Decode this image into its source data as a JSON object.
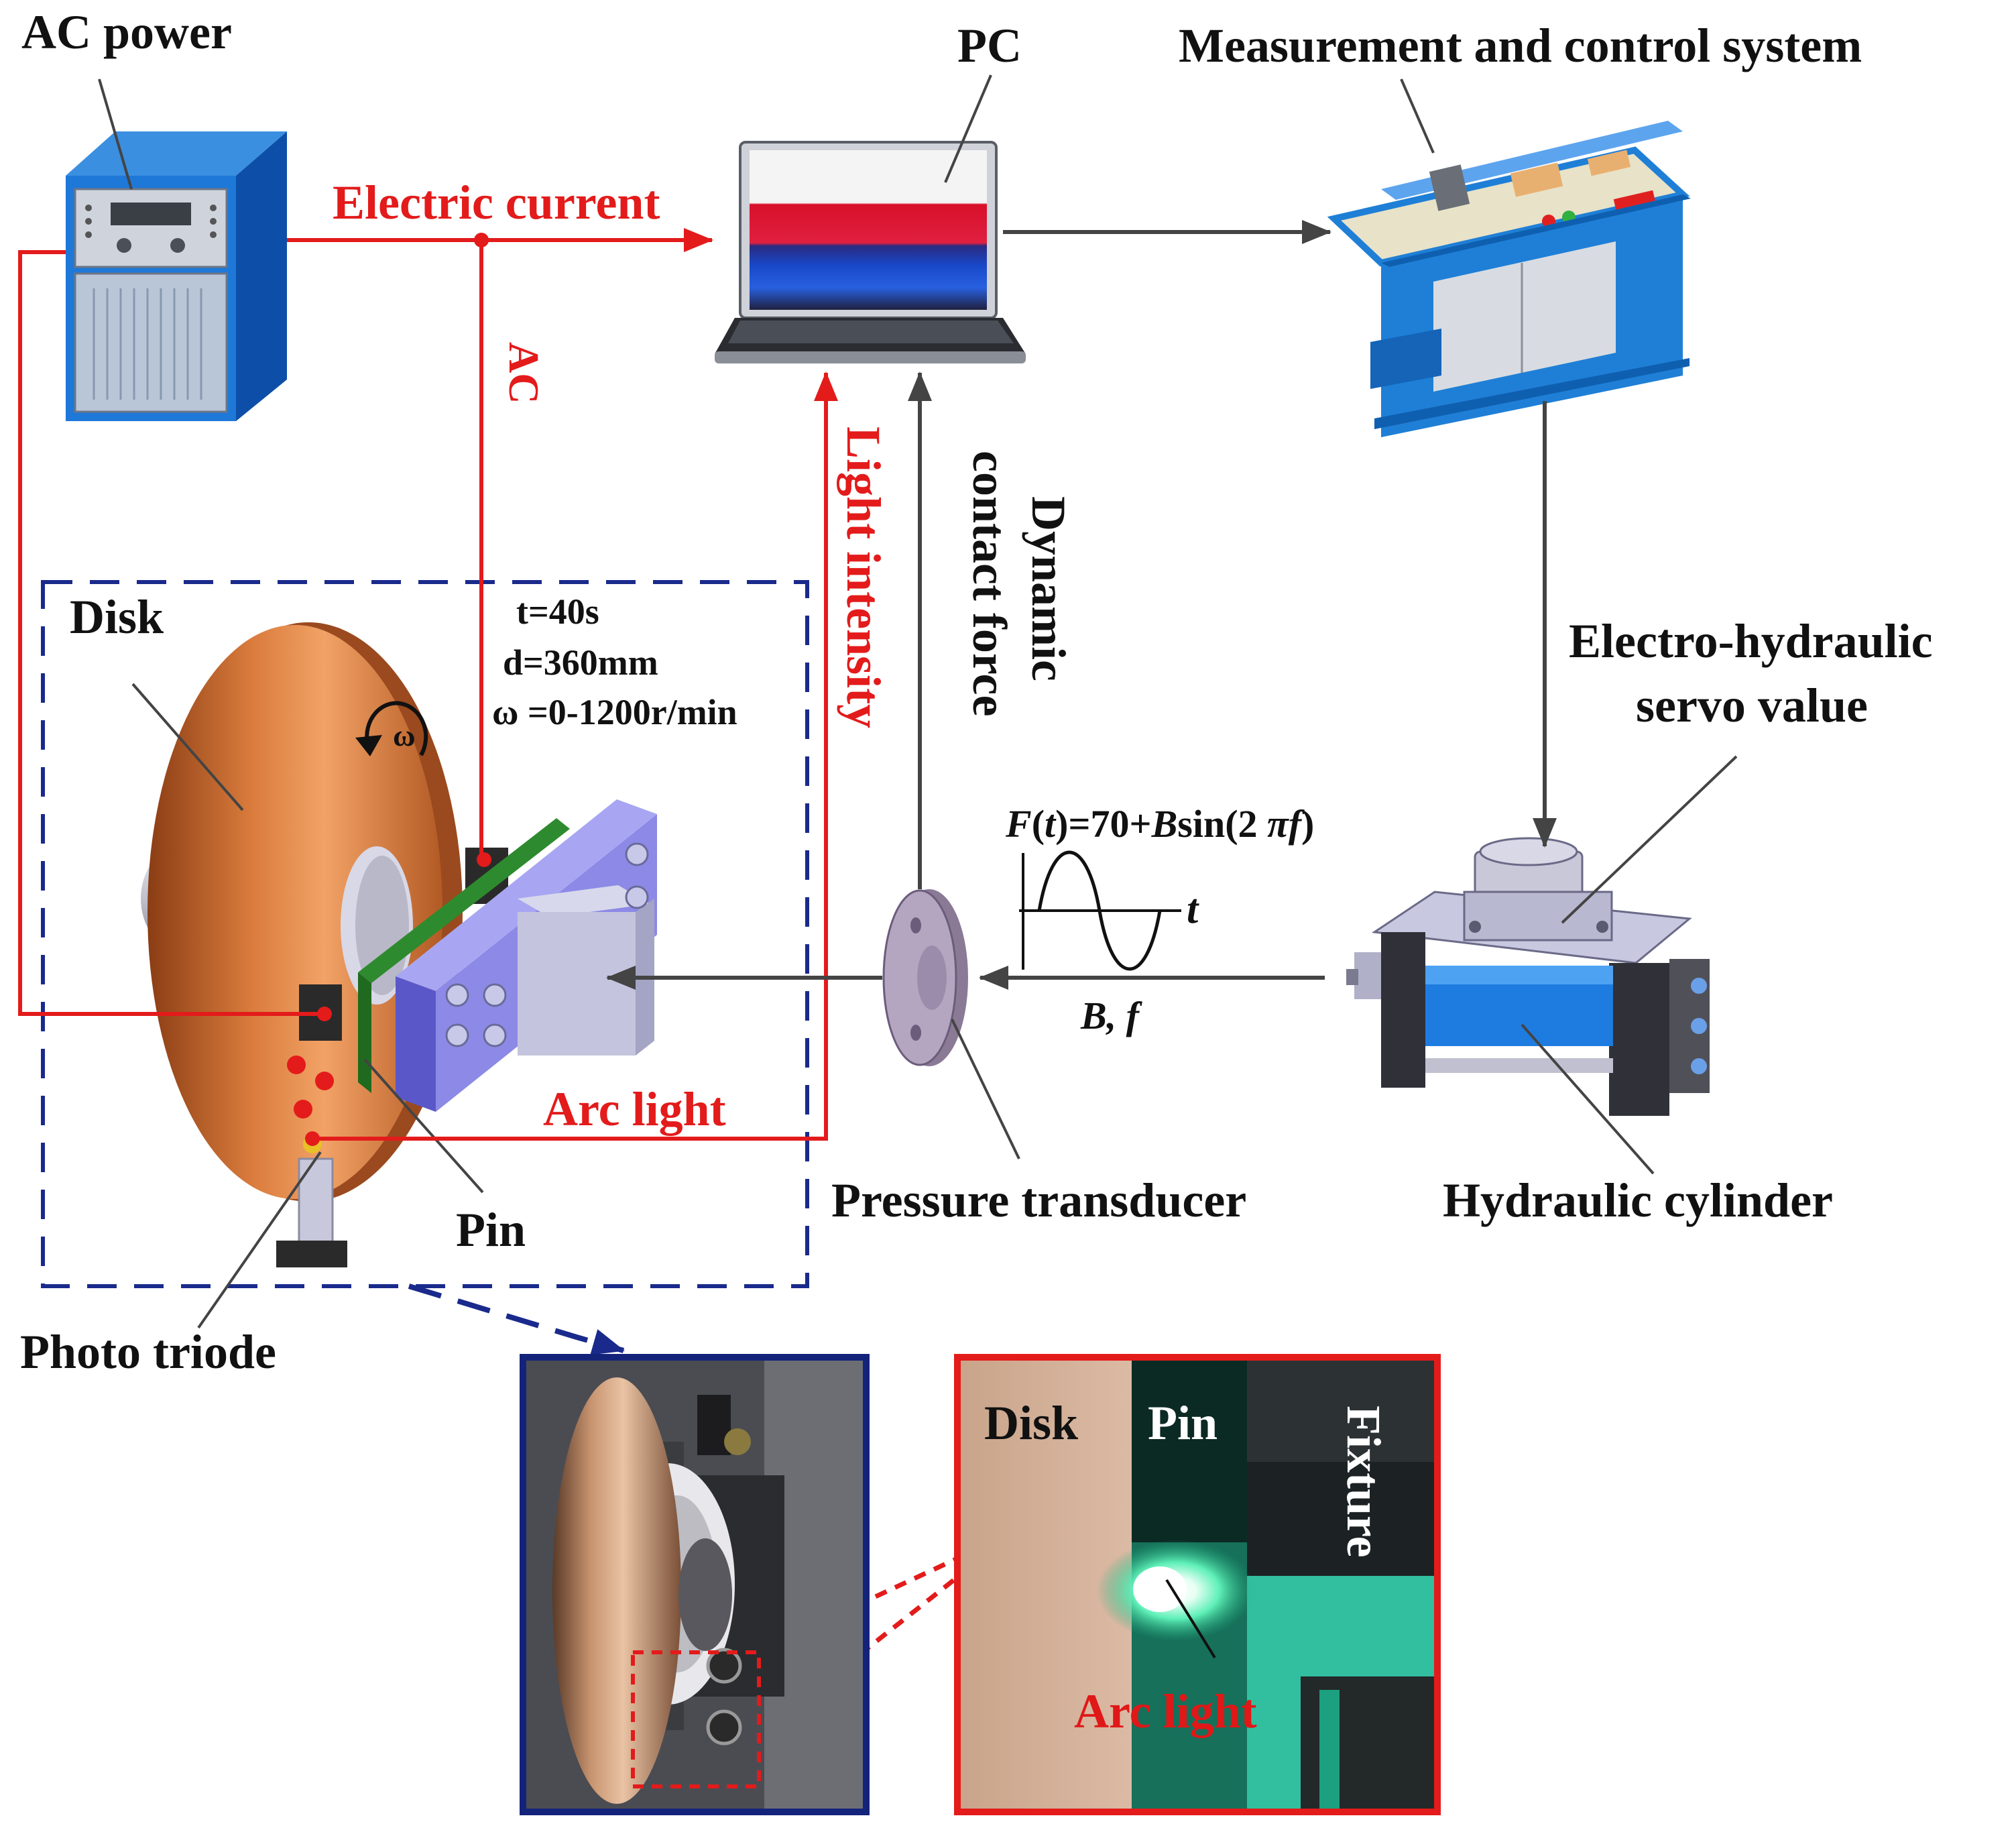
{
  "components": {
    "ac_power": "AC power",
    "pc": "PC",
    "mcs": "Measurement and control system",
    "servo_line1": "Electro-hydraulic",
    "servo_line2": "servo value",
    "hydraulic_cylinder": "Hydraulic cylinder",
    "pressure_transducer": "Pressure transducer",
    "disk": "Disk",
    "pin": "Pin",
    "photo_triode": "Photo triode"
  },
  "signals": {
    "electric_current": "Electric current",
    "ac": "AC",
    "light_intensity": "Light intensity",
    "dynamic_line1": "Dynamic",
    "dynamic_line2": "contact force",
    "arc_light": "Arc light"
  },
  "params": {
    "t": "t=40s",
    "d": "d=360mm",
    "omega": "ω =0-1200r/min",
    "omega_symbol": "ω"
  },
  "force": {
    "F": "F",
    "open": "(",
    "t": "t",
    "close": ")",
    "eq": "=70+",
    "B": "B",
    "sin": "sin(2 ",
    "pi": "π",
    "f": "f",
    "end": ")",
    "axis_t": "t",
    "bf": "B, f"
  },
  "photo_labels": {
    "disk": "Disk",
    "pin": "Pin",
    "fixture": "Fixture",
    "arc_light": "Arc light"
  },
  "colors": {
    "signal_red": "#e31b1b",
    "flow_gray": "#444444",
    "dashed_blue": "#1a2a8c",
    "photo_frame_blue": "#14237a",
    "photo_frame_red": "#e31b1b",
    "disk_copper": "#c8682e",
    "fixture_blue": "#8c8ae6",
    "console_blue": "#1f7fd6"
  }
}
